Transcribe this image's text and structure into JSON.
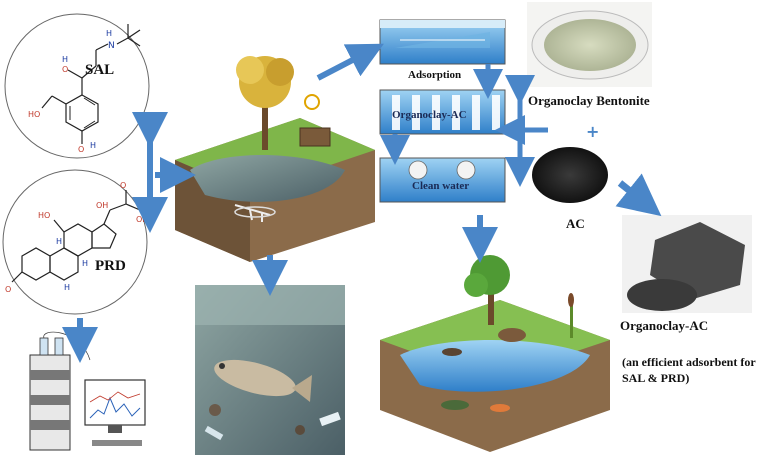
{
  "molecules": {
    "sal_label": "SAL",
    "prd_label": "PRD",
    "atoms": {
      "N": "N",
      "H": "H",
      "O": "O",
      "HO": "HO",
      "OH": "OH"
    }
  },
  "treatment": {
    "adsorption_label": "Adsorption",
    "column_label": "Organoclay-AC",
    "clean_label": "Clean water"
  },
  "materials": {
    "organoclay_label": "Organoclay Bentonite",
    "plus_sign": "+",
    "ac_label": "AC"
  },
  "result": {
    "title": "Organoclay-AC",
    "note": "(an efficient adsorbent for SAL & PRD)"
  },
  "colors": {
    "arrow": "#4a86c8",
    "water": "#3f8fd6",
    "soil": "#8b6b4a",
    "grass": "#7fb64a",
    "clay": "#c9cfb0",
    "carbon": "#2a2a2a"
  }
}
